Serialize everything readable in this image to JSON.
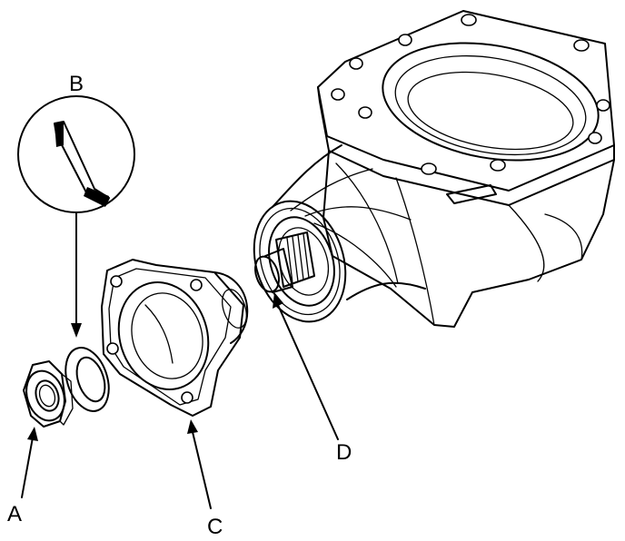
{
  "diagram": {
    "callouts": [
      {
        "id": "A",
        "text": "A",
        "part": "nut"
      },
      {
        "id": "B",
        "text": "B",
        "part": "washer-detail"
      },
      {
        "id": "C",
        "text": "C",
        "part": "cover"
      },
      {
        "id": "D",
        "text": "D",
        "part": "pinion-shaft"
      }
    ]
  }
}
